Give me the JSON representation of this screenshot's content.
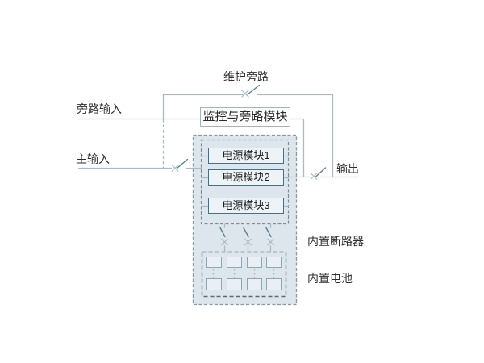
{
  "labels": {
    "maintenance_bypass": "维护旁路",
    "bypass_input": "旁路输入",
    "main_input": "主输入",
    "output": "输出",
    "builtin_breakers": "内置断路器",
    "builtin_battery": "内置电池"
  },
  "boxes": {
    "monitoring_module": "监控与旁路模块",
    "power_modules": [
      "电源模块1",
      "电源模块2",
      "电源模块3"
    ]
  },
  "battery": {
    "rows": 2,
    "columns": 4
  },
  "breakers": {
    "count": 3
  },
  "colors": {
    "wire": "#a9bac4",
    "switch_blade": "#5d8094",
    "cabinet_fill": "#dde6ec",
    "cabinet_dash": "#8a98a1",
    "module_group_dash": "#7e8d96",
    "battery_dash": "#5f6a71",
    "module_fill": "#edf3f7",
    "module_border": "#4d6e80",
    "text": "#2f2f2f"
  }
}
